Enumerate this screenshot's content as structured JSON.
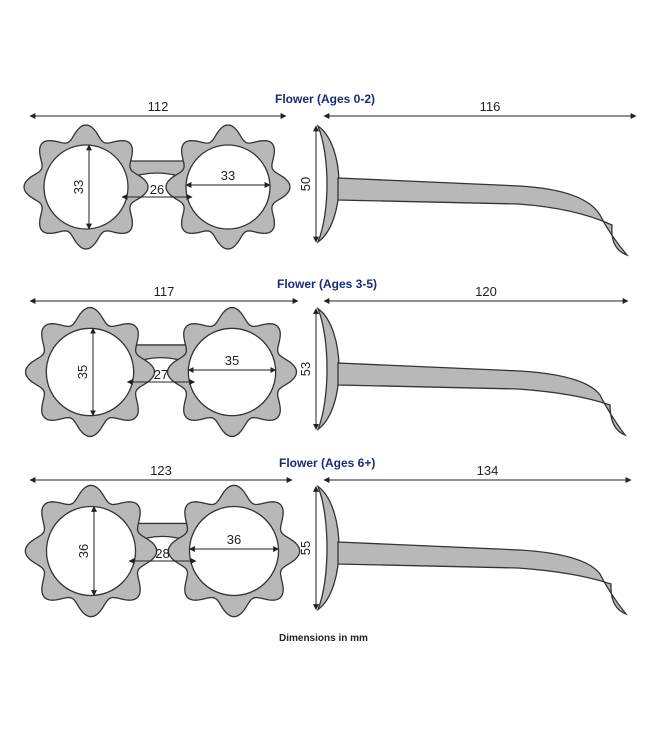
{
  "footnote": "Dimensions in mm",
  "colors": {
    "frame": "#b8b8b8",
    "outline": "#333333",
    "title": "#1a2a7a"
  },
  "models": [
    {
      "title": "Flower (Ages 0-2)",
      "total_width": "112",
      "temple_length": "116",
      "lens_height": "33",
      "lens_width": "33",
      "bridge": "26",
      "frame_height": "50"
    },
    {
      "title": "Flower (Ages 3-5)",
      "total_width": "117",
      "temple_length": "120",
      "lens_height": "35",
      "lens_width": "35",
      "bridge": "27",
      "frame_height": "53"
    },
    {
      "title": "Flower (Ages 6+)",
      "total_width": "123",
      "temple_length": "134",
      "lens_height": "36",
      "lens_width": "36",
      "bridge": "28",
      "frame_height": "55"
    }
  ]
}
